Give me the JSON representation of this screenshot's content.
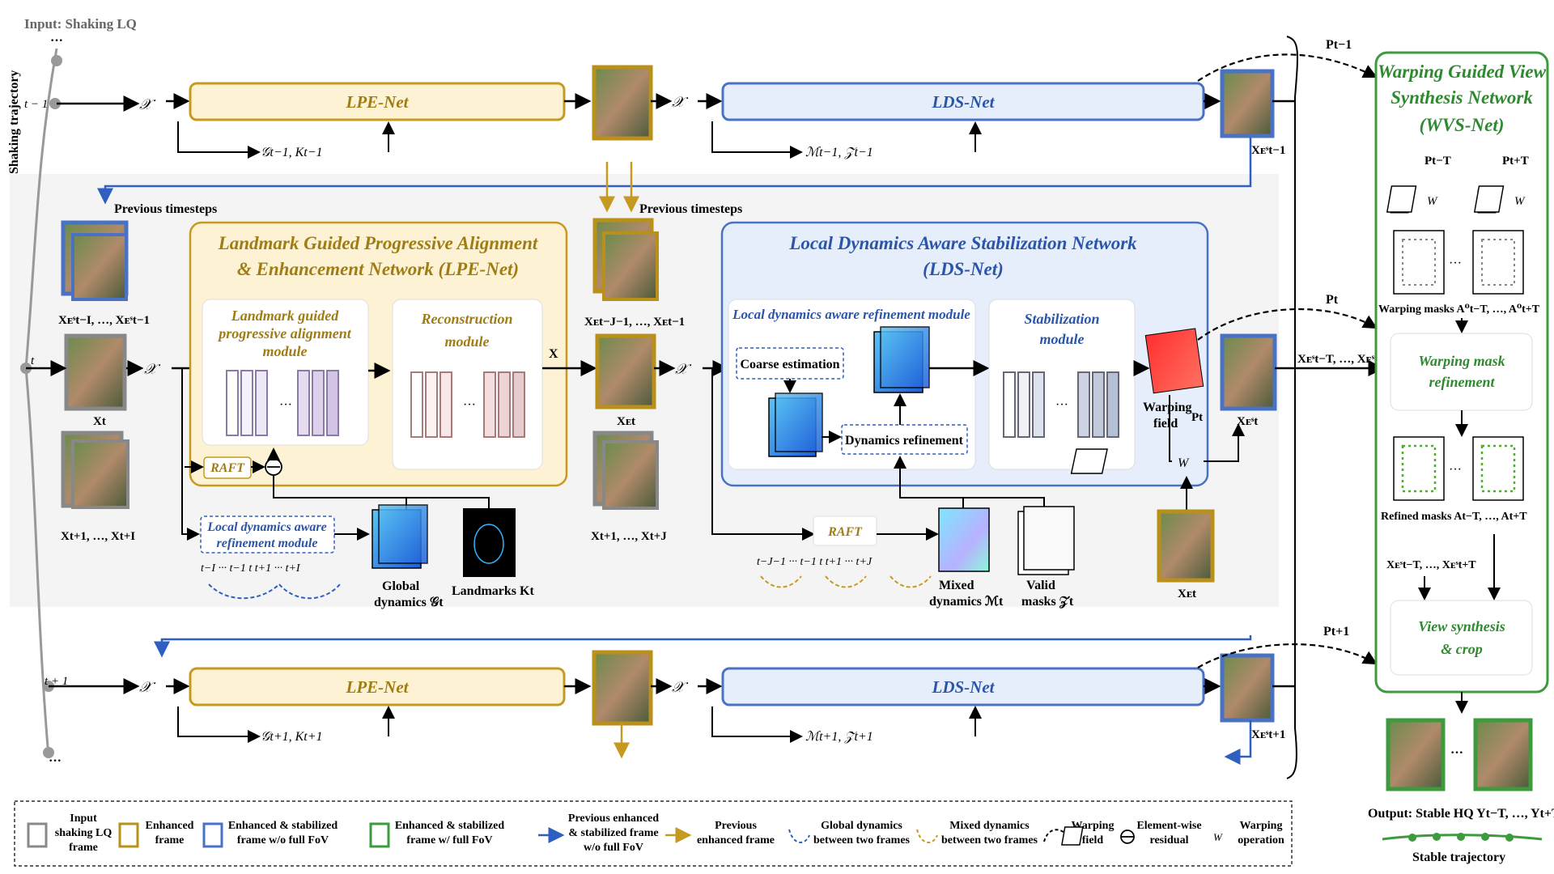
{
  "title": {
    "input": "Input: Shaking LQ",
    "trajectory": "Shaking trajectory"
  },
  "times": {
    "tm1": "t − 1",
    "t": "t",
    "tp1": "t + 1"
  },
  "rows": {
    "top": {
      "lpe": "LPE-Net",
      "lds": "LDS-Net",
      "lpe_out": "𝒢t−1, Kt−1",
      "lds_out": "ℳt−1, 𝒵t−1"
    },
    "bottom": {
      "lpe": "LPE-Net",
      "lds": "LDS-Net",
      "lpe_out": "𝒢t+1, Kt+1",
      "lds_out": "ℳt+1, 𝒵t+1"
    }
  },
  "labels": {
    "prev_timesteps": "Previous timesteps",
    "prev_timesteps2": "Previous timesteps",
    "x_es_prev": "Xᴇˢt−I, …, Xᴇˢt−1",
    "x_t": "Xt",
    "x_future": "Xt+1, …, Xt+I",
    "x_e_prev": "Xᴇt−J−1, …, Xᴇt−1",
    "x_e_t": "Xᴇt",
    "x_future2": "Xt+1, …, Xt+J",
    "x_es_t": "Xᴇˢt",
    "x_e_t2": "Xᴇt"
  },
  "lpe": {
    "title1": "Landmark Guided Progressive Alignment",
    "title2": "& Enhancement Network (LPE-Net)",
    "align1": "Landmark guided",
    "align2": "progressive alignment",
    "align3": "module",
    "recon1": "Reconstruction",
    "recon2": "module",
    "raft": "RAFT",
    "ldr1": "Local dynamics aware",
    "ldr2": "refinement module",
    "global1": "Global",
    "global2": "dynamics 𝒢t",
    "landmarks": "Landmarks Kt",
    "times": "t−I ··· t−1   t   t+1 ··· t+I"
  },
  "lds": {
    "title1": "Local Dynamics Aware Stabilization Network",
    "title2": "(LDS-Net)",
    "refine_module": "Local dynamics aware refinement module",
    "coarse": "Coarse estimation",
    "dyn_ref": "Dynamics refinement",
    "stab1": "Stabilization",
    "stab2": "module",
    "warp_field1": "Warping",
    "warp_field2": "field",
    "pt": "Pt",
    "raft": "RAFT",
    "mixed1": "Mixed",
    "mixed2": "dynamics ℳt",
    "valid1": "Valid",
    "valid2": "masks 𝒵t",
    "times": "t−J−1 ··· t−1   t   t+1 ··· t+J"
  },
  "wvs": {
    "title1": "Warping Guided View",
    "title2": "Synthesis Network",
    "title3": "(WVS-Net)",
    "p_minus": "Pt−T",
    "p_plus": "Pt+T",
    "warp_masks": "Warping masks A⁰t−T, …, A⁰t+T",
    "mask_ref1": "Warping mask",
    "mask_ref2": "refinement",
    "refined": "Refined masks At−T, …, At+T",
    "x_es": "Xᴇˢt−T, …, Xᴇˢt+T",
    "synth1": "View synthesis",
    "synth2": "& crop"
  },
  "output": {
    "label": "Output: Stable HQ Yt−T, …, Yt+T",
    "trajectory": "Stable trajectory"
  },
  "p_labels": {
    "pm1": "Pt−1",
    "p": "Pt",
    "pp1": "Pt+1"
  },
  "xes_labels": {
    "pm1": "Xᴇˢt−1",
    "pp1": "Xᴇˢt+1",
    "xs": "Xᴇˢt−T, …, Xᴇˢt+T"
  },
  "legend": [
    {
      "label": "Input shaking LQ frame"
    },
    {
      "label": "Enhanced frame"
    },
    {
      "label": "Enhanced & stabilized frame w/o full FoV"
    },
    {
      "label": "Enhanced & stabilized frame w/ full FoV"
    },
    {
      "label": "Previous enhanced & stabilized frame w/o full FoV"
    },
    {
      "label": "Previous enhanced frame"
    },
    {
      "label": "Global dynamics between two frames"
    },
    {
      "label": "Mixed dynamics between two frames"
    },
    {
      "label": "Warping field"
    },
    {
      "label": "Element-wise residual"
    },
    {
      "label": "Warping operation"
    }
  ],
  "colors": {
    "gold": "#b8901a",
    "blue": "#4a72c4",
    "green": "#3d9a3d",
    "grey": "#888888",
    "arrow_blue": "#2f5fc0",
    "arrow_gold": "#c69a20"
  }
}
